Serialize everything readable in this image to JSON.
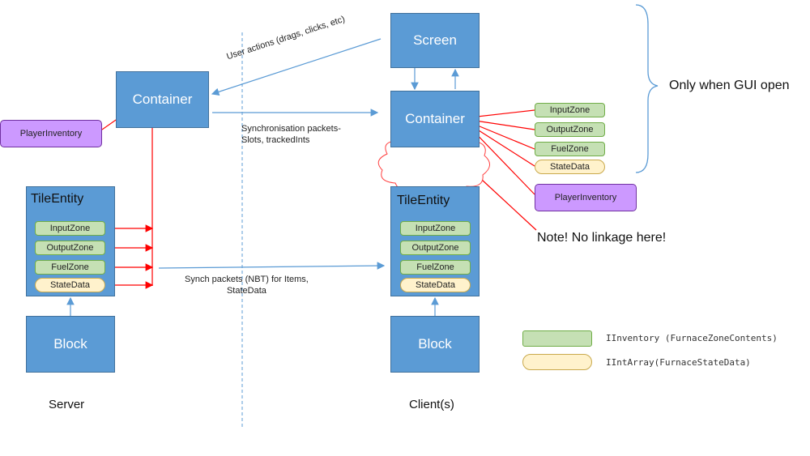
{
  "server": {
    "container": "Container",
    "player_inventory": "PlayerInventory",
    "tile_entity": "TileEntity",
    "zones": [
      "InputZone",
      "OutputZone",
      "FuelZone"
    ],
    "state_data": "StateData",
    "block": "Block",
    "caption": "Server"
  },
  "client": {
    "screen": "Screen",
    "container": "Container",
    "zones": [
      "InputZone",
      "OutputZone",
      "FuelZone"
    ],
    "state_data": "StateData",
    "player_inventory": "PlayerInventory",
    "tile_entity": "TileEntity",
    "zones_te": [
      "InputZone",
      "OutputZone",
      "FuelZone"
    ],
    "state_data_te": "StateData",
    "block": "Block",
    "caption": "Client(s)"
  },
  "labels": {
    "user_actions": "User actions (drags, clicks, etc)",
    "sync_packets_line1": "Synchronisation packets-",
    "sync_packets_line2": "Slots, trackedInts",
    "synch_nbt_line1": "Synch packets (NBT) for Items,",
    "synch_nbt_line2": "StateData",
    "only_when_gui": "Only when GUI open",
    "note": "Note! No linkage here!"
  },
  "legend": {
    "inventory": "IInventory (FurnaceZoneContents)",
    "int_array": "IIntArray(FurnaceStateData)"
  },
  "colors": {
    "box_blue": "#5b9bd5",
    "zone_green": "#c5e0b4",
    "state_cream": "#fff2cc",
    "player_purple": "#cc99ff",
    "link_red": "#ff0000",
    "flow_blue": "#5b9bd5"
  }
}
